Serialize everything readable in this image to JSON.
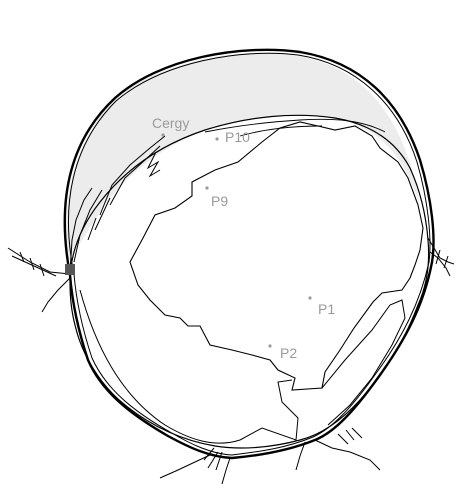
{
  "labels": {
    "cergy": "Cergy",
    "p10": "P10",
    "p9": "P9",
    "p1": "P1",
    "p2": "P2"
  },
  "colors": {
    "outline": "#000000",
    "shaded_region": "#ececec",
    "label": "#9a9a9a",
    "marker": "#555555"
  }
}
